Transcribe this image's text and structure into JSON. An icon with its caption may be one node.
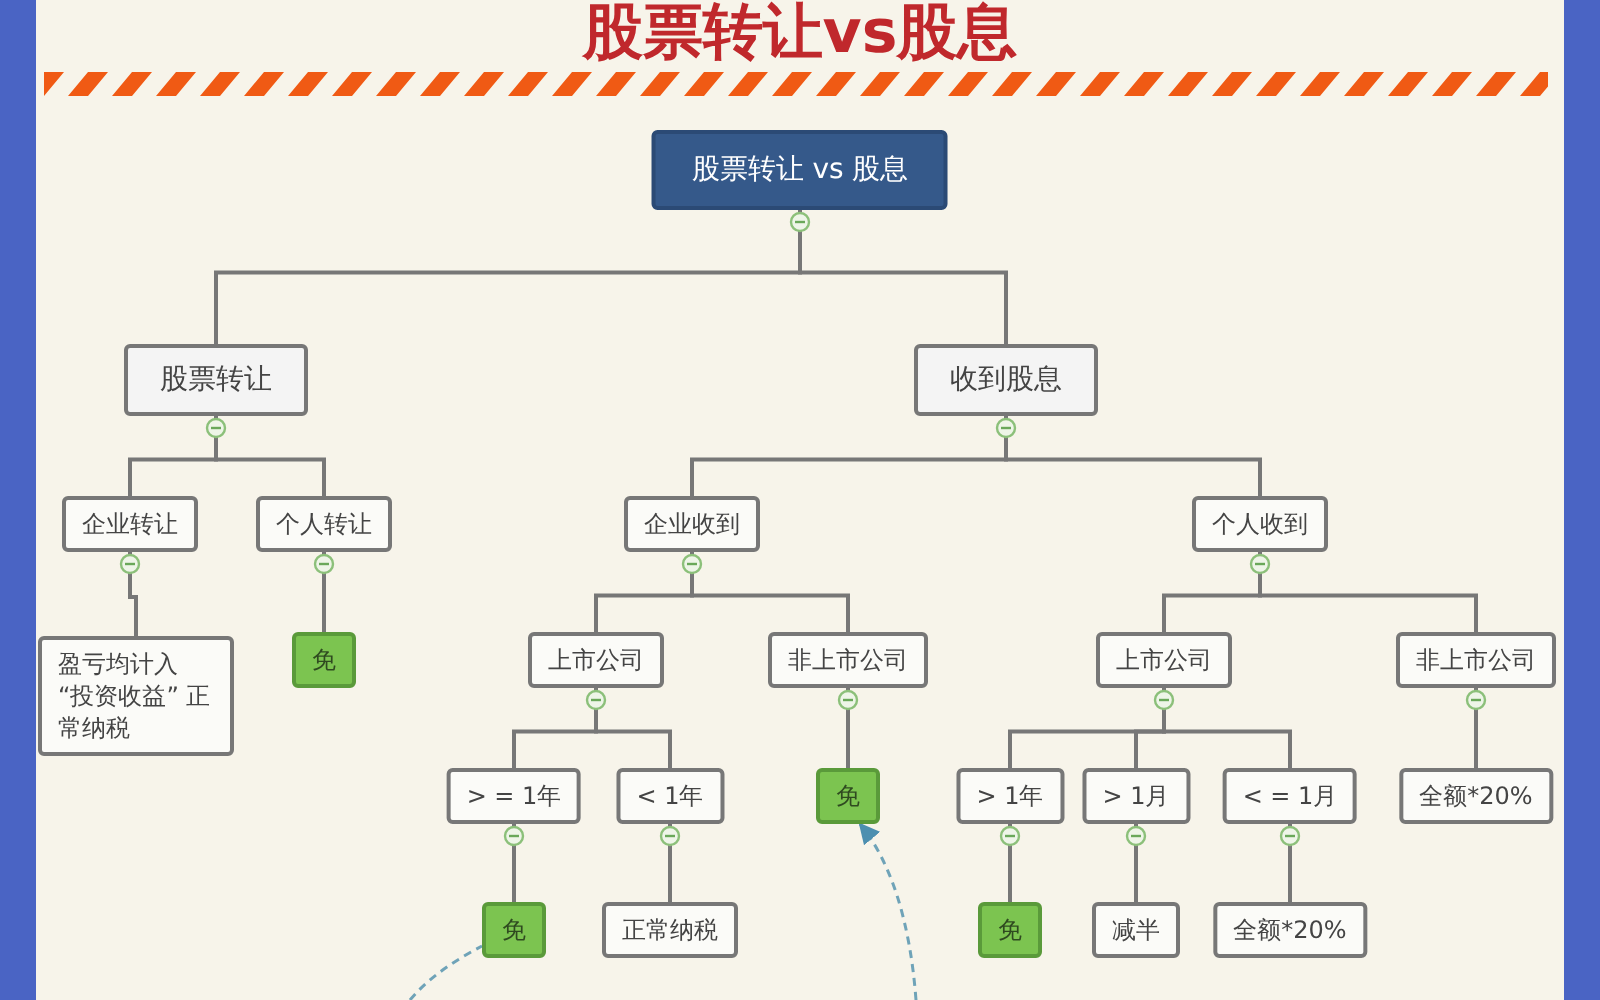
{
  "diagram": {
    "title": "股票转让vs股息",
    "nodes": [
      {
        "text": [
          "股票转让 vs 股息"
        ]
      },
      {
        "text": [
          "股票转让"
        ]
      },
      {
        "text": [
          "收到股息"
        ]
      },
      {
        "text": [
          "企业转让"
        ]
      },
      {
        "text": [
          "个人转让"
        ]
      },
      {
        "text": [
          "盈亏均计入 “投资收益” 正常纳税"
        ]
      },
      {
        "text": [
          "免"
        ]
      },
      {
        "text": [
          "企业收到"
        ]
      },
      {
        "text": [
          "个人收到"
        ]
      },
      {
        "text": [
          "上市公司"
        ]
      },
      {
        "text": [
          "非上市公司"
        ]
      },
      {
        "text": [
          "上市公司"
        ]
      },
      {
        "text": [
          "非上市公司"
        ]
      },
      {
        "text": [
          "> = 1年"
        ]
      },
      {
        "text": [
          "< 1年"
        ]
      },
      {
        "text": [
          "免"
        ]
      },
      {
        "text": [
          "> 1年"
        ]
      },
      {
        "text": [
          "> 1月"
        ]
      },
      {
        "text": [
          "< = 1月"
        ]
      },
      {
        "text": [
          "全额*20%"
        ]
      },
      {
        "text": [
          "免"
        ]
      },
      {
        "text": [
          "正常纳税"
        ]
      },
      {
        "text": [
          "免"
        ]
      },
      {
        "text": [
          "减半"
        ]
      },
      {
        "text": [
          "全额*20%"
        ]
      }
    ],
    "edges": [
      {
        "from": 0,
        "to": 1,
        "arrow": "none"
      },
      {
        "from": 0,
        "to": 2,
        "arrow": "none"
      },
      {
        "from": 1,
        "to": 3,
        "arrow": "none"
      },
      {
        "from": 1,
        "to": 4,
        "arrow": "none"
      },
      {
        "from": 3,
        "to": 5,
        "arrow": "none"
      },
      {
        "from": 4,
        "to": 6,
        "arrow": "none"
      },
      {
        "from": 2,
        "to": 7,
        "arrow": "none"
      },
      {
        "from": 2,
        "to": 8,
        "arrow": "none"
      },
      {
        "from": 7,
        "to": 9,
        "arrow": "none"
      },
      {
        "from": 7,
        "to": 10,
        "arrow": "none"
      },
      {
        "from": 8,
        "to": 11,
        "arrow": "none"
      },
      {
        "from": 8,
        "to": 12,
        "arrow": "none"
      },
      {
        "from": 9,
        "to": 13,
        "arrow": "none"
      },
      {
        "from": 9,
        "to": 14,
        "arrow": "none"
      },
      {
        "from": 10,
        "to": 15,
        "arrow": "none"
      },
      {
        "from": 11,
        "to": 16,
        "arrow": "none"
      },
      {
        "from": 11,
        "to": 17,
        "arrow": "none"
      },
      {
        "from": 11,
        "to": 18,
        "arrow": "none"
      },
      {
        "from": 12,
        "to": 19,
        "arrow": "none"
      },
      {
        "from": 13,
        "to": 20,
        "arrow": "none"
      },
      {
        "from": 14,
        "to": 21,
        "arrow": "none"
      },
      {
        "from": 16,
        "to": 22,
        "arrow": "none"
      },
      {
        "from": 17,
        "to": 23,
        "arrow": "none"
      },
      {
        "from": 18,
        "to": 24,
        "arrow": "none"
      },
      {
        "from": null,
        "to": 15,
        "arrow": "to",
        "style": "dashed",
        "color": "#6fa3b8"
      },
      {
        "from": null,
        "to": 20,
        "arrow": "none",
        "style": "dashed",
        "color": "#6fa3b8"
      }
    ]
  }
}
